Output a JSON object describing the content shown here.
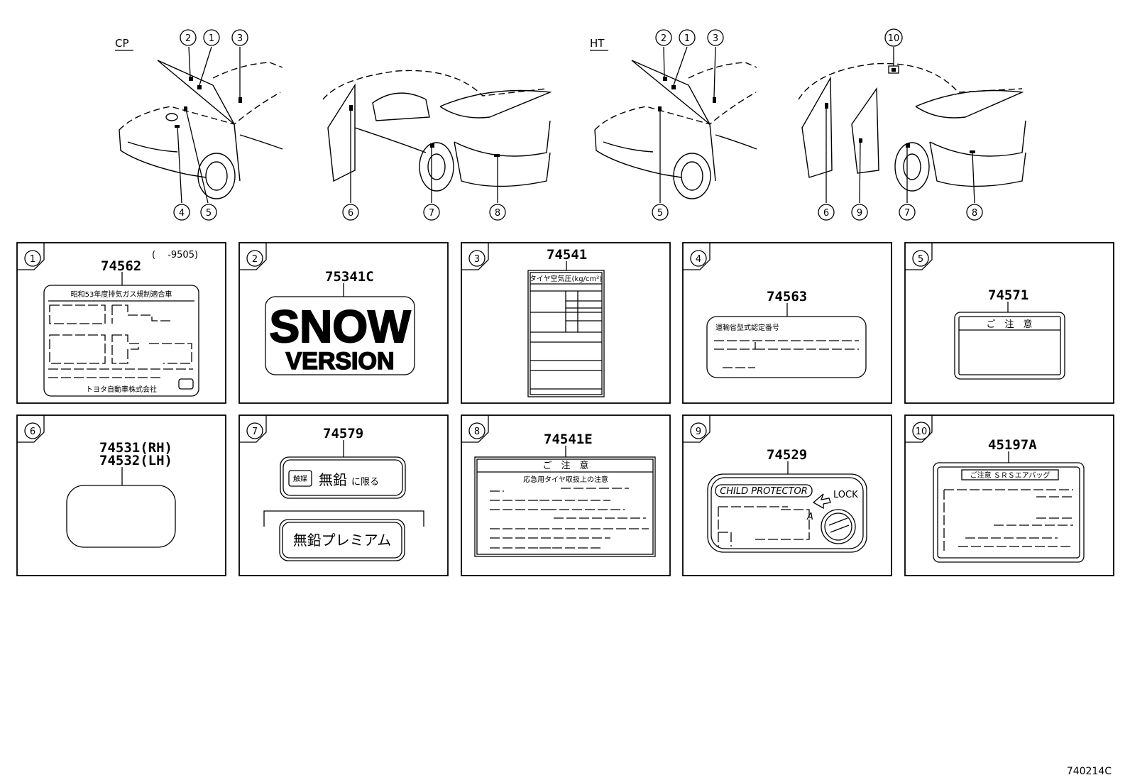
{
  "views": [
    {
      "label": "CP"
    },
    {
      "label": "HT"
    }
  ],
  "callouts": {
    "cp_front": [
      "2",
      "1",
      "3",
      "4",
      "5"
    ],
    "cp_rear": [
      "6",
      "7",
      "8"
    ],
    "ht_front": [
      "2",
      "1",
      "3",
      "5"
    ],
    "ht_rear": [
      "10",
      "6",
      "9",
      "7",
      "8"
    ]
  },
  "panels": [
    {
      "num": "1",
      "part": "74562",
      "note": "(　 -9505)",
      "text_header": "昭和53年度排気ガス規制適合車",
      "text_footer": "トヨタ自動車株式会社"
    },
    {
      "num": "2",
      "part": "75341C",
      "text_1": "SNOW",
      "text_2": "VERSION"
    },
    {
      "num": "3",
      "part": "74541",
      "text_header": "タイヤ空気圧(kg/cm²)"
    },
    {
      "num": "4",
      "part": "74563",
      "text_header": "運輸省型式認定番号"
    },
    {
      "num": "5",
      "part": "74571",
      "text_header": "ご　注　意"
    },
    {
      "num": "6",
      "part": "74531(RH)",
      "part_2": "74532(LH)"
    },
    {
      "num": "7",
      "part": "74579",
      "badge": "触媒",
      "text_1": "無鉛",
      "text_1b": "に限る",
      "text_2": "無鉛プレミアム"
    },
    {
      "num": "8",
      "part": "74541E",
      "text_header": "ご　注　意",
      "text_sub": "応急用タイヤ取扱上の注意"
    },
    {
      "num": "9",
      "part": "74529",
      "text_1": "CHILD PROTECTOR",
      "text_2": "LOCK",
      "text_3": "A"
    },
    {
      "num": "10",
      "part": "45197A",
      "text_header": "ご注意 ＳＲＳエアバッグ"
    }
  ],
  "figure_code": "740214C"
}
